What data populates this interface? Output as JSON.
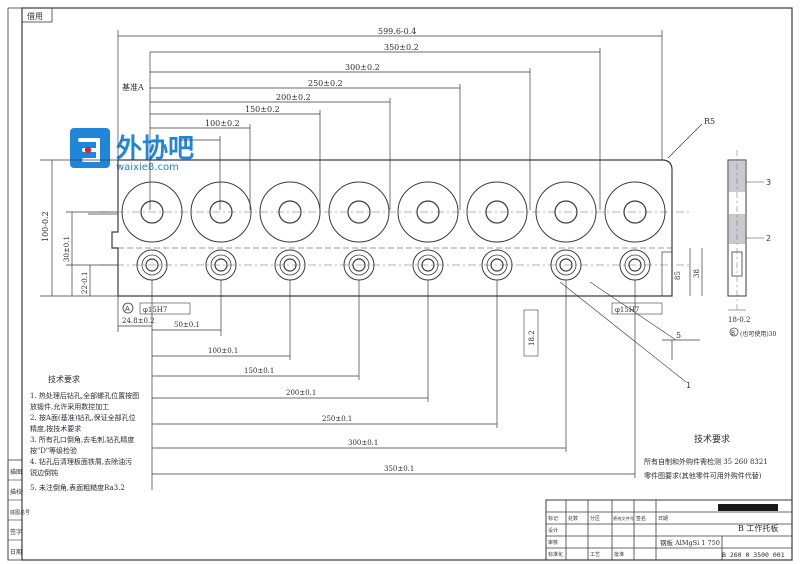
{
  "colors": {
    "paper": "#ffffff",
    "ink": "#3a3a44",
    "logo_blue": "#1f86d9",
    "logo_red": "#d8262d",
    "redaction": "#1a1a1a"
  },
  "watermark": {
    "brand": "外协吧",
    "domain": "waixie8.com"
  },
  "corner_label": "借用",
  "reference": {
    "datum_a": "基准A"
  },
  "dimensions": {
    "top_overall": "599.6-0.4",
    "top_chain": [
      "350±0.2",
      "300±0.2",
      "250±0.2",
      "200±0.2",
      "150±0.2",
      "100±0.2"
    ],
    "left_height": "100-0.2",
    "left_row": "30±0.1",
    "left_lower": "22-0.1",
    "bottom_first": "24.8±0.2",
    "bottom_chain": [
      "50±0.1",
      "100±0.1",
      "150±0.1",
      "200±0.1",
      "250±0.1",
      "300±0.1",
      "350±0.1"
    ],
    "radius": "R5",
    "right_gap": "5",
    "side_view_width": "18-0.2",
    "center_offset": "18.2",
    "side_height_a": "85",
    "side_height_b": "38",
    "hole_callout_left": "φ15H7",
    "hole_callout_right": "φ15H7",
    "side_callout": "(也可使用)30"
  },
  "callouts": {
    "part_1": "1",
    "part_2": "2",
    "part_3": "3",
    "circle_a": "A",
    "circle_b": "B"
  },
  "tech_notes": {
    "title": "技术要求",
    "items": [
      "1. 热处理后钻孔,全部螺孔位置按图",
      "   放锻件,允许采用数控加工",
      "2. 按A面(基准)钻孔,保证全部孔位",
      "   精度,按技术要求",
      "3. 所有孔口倒角,去毛刺,钻孔精度",
      "   按\"D\"等级检验",
      "4. 钻孔后清理板面铁屑,去除油污",
      "   锐边倒钝",
      "5. 未注倒角,表面粗糙度Ra3.2"
    ]
  },
  "tech_requirements": {
    "title": "技术要求",
    "line1": "所有自制和外购件需检测 35 260 8321",
    "line2": "零件图要求(其他零件可用外购件代替)"
  },
  "title_block": {
    "drawing_name": "B 工作托板",
    "drawing_number": "B 260 0 3500 001",
    "material": "钢板 AlMgSi 1 750",
    "row_labels": [
      "设计",
      "审核",
      "标准化",
      "工艺",
      "批准"
    ],
    "header_labels": [
      "标记",
      "处数",
      "分区",
      "更改文件号",
      "签名",
      "日期"
    ]
  },
  "left_margin_labels": [
    "描图",
    "描校",
    "底图总号",
    "签字",
    "日期"
  ]
}
